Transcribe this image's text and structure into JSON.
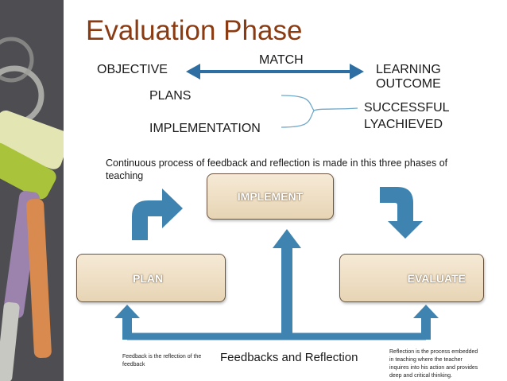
{
  "title": "Evaluation Phase",
  "top": {
    "objective": "OBJECTIVE",
    "match": "MATCH",
    "learning_outcome_line1": "LEARNING",
    "learning_outcome_line2": "OUTCOME",
    "plans": "PLANS",
    "implementation": "IMPLEMENTATION",
    "successful_line1": "SUCCESSFUL",
    "successful_line2": "LYACHIEVED"
  },
  "note": "Continuous process of feedback and reflection is made in this three phases of teaching",
  "boxes": {
    "implement": "IMPLEMENT",
    "plan": "PLAN",
    "evaluate": "EVALUATE"
  },
  "bottom": {
    "feedback_label": "Feedbacks and Reflection",
    "feedback_note": "Feedback is the reflection of the feedback",
    "reflection_note": "Reflection is the process embedded in teaching where the teacher inquires into his action and provides deep and critical thinking."
  },
  "colors": {
    "title": "#8a3b12",
    "arrow": "#3f84b0",
    "double_arrow": "#2e6fa3",
    "box_border": "#6b5540",
    "box_fill": "#efe0c6"
  }
}
